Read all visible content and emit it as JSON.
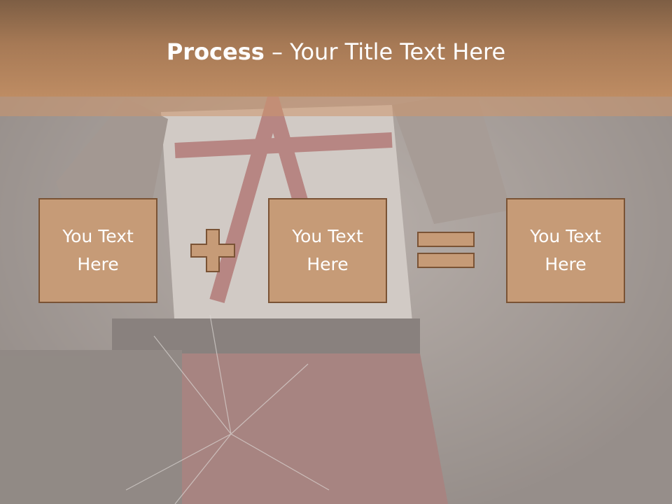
{
  "title": {
    "bold": "Process",
    "rest": " – Your Title Text Here"
  },
  "boxes": [
    {
      "label": "You Text Here"
    },
    {
      "label": "You Text Here"
    },
    {
      "label": "You Text Here"
    }
  ],
  "operators": [
    "plus",
    "equals"
  ],
  "colors": {
    "title_bar": "#a67955",
    "box_fill": "#c69b77",
    "box_border": "#7a5335",
    "text": "#ffffff"
  }
}
